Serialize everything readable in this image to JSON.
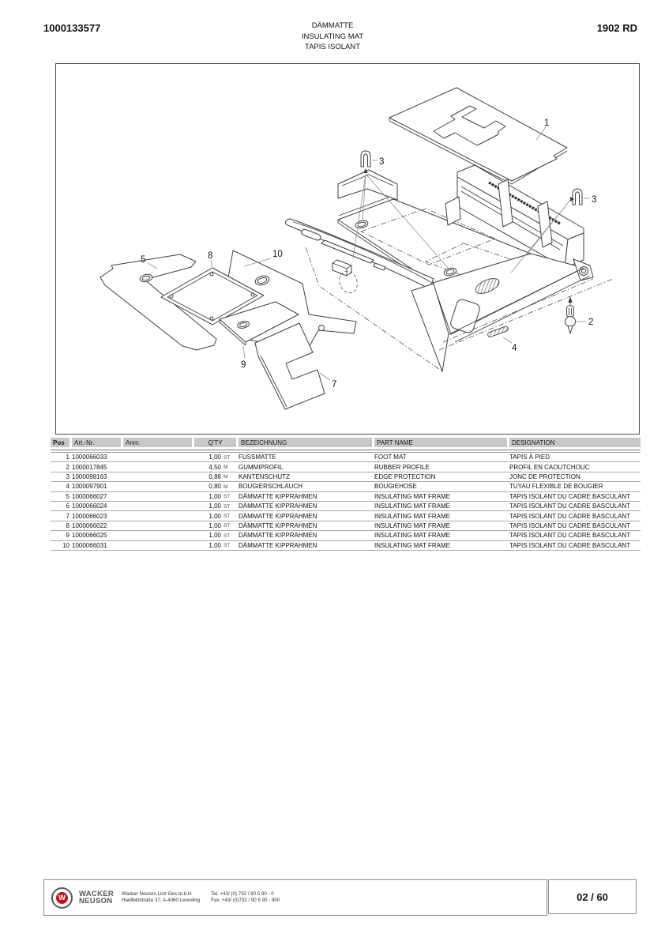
{
  "header": {
    "doc_number": "1000133577",
    "title_de": "DÄMMATTE",
    "title_en": "INSULATING MAT",
    "title_fr": "TAPIS ISOLANT",
    "model": "1902 RD"
  },
  "diagram": {
    "callouts": {
      "c1": "1",
      "c2": "2",
      "c3a": "3",
      "c3b": "3",
      "c4": "4",
      "c5": "5",
      "c7": "7",
      "c8": "8",
      "c9": "9",
      "c10": "10"
    }
  },
  "table": {
    "headers": {
      "pos": "Pos",
      "art": "Art.-Nr.",
      "anm": "Anm.",
      "qty": "Q'TY",
      "bez": "BEZEICHNUNG",
      "part": "PART NAME",
      "desig": "DESIGNATION"
    },
    "rows": [
      {
        "pos": "1",
        "art": "1000066033",
        "anm": "",
        "qty": "1,00",
        "unit": "ST",
        "bez": "FUSSMATTE",
        "part": "FOOT MAT",
        "desig": "TAPIS À PIED"
      },
      {
        "pos": "2",
        "art": "1000017845",
        "anm": "",
        "qty": "4,50",
        "unit": "M",
        "bez": "GUMMIPROFIL",
        "part": "RUBBER PROFILE",
        "desig": "PROFIL EN CAOUTCHOUC"
      },
      {
        "pos": "3",
        "art": "1000098163",
        "anm": "",
        "qty": "0,88",
        "unit": "M",
        "bez": "KANTENSCHUTZ",
        "part": "EDGE PROTECTION",
        "desig": "JONC DE PROTECTION"
      },
      {
        "pos": "4",
        "art": "1000097901",
        "anm": "",
        "qty": "0,80",
        "unit": "M",
        "bez": "BOUGIERSCHLAUCH",
        "part": "BOUGIEHOSE",
        "desig": "TUYAU FLEXIBLE DE BOUGIER"
      },
      {
        "pos": "5",
        "art": "1000066027",
        "anm": "",
        "qty": "1,00",
        "unit": "ST",
        "bez": "DÄMMATTE KIPPRAHMEN",
        "part": "INSULATING MAT FRAME",
        "desig": "TAPIS ISOLANT DU CADRE BASCULANT"
      },
      {
        "pos": "6",
        "art": "1000066024",
        "anm": "",
        "qty": "1,00",
        "unit": "ST",
        "bez": "DÄMMATTE KIPPRAHMEN",
        "part": "INSULATING MAT FRAME",
        "desig": "TAPIS ISOLANT DU CADRE BASCULANT"
      },
      {
        "pos": "7",
        "art": "1000066023",
        "anm": "",
        "qty": "1,00",
        "unit": "ST",
        "bez": "DÄMMATTE KIPPRAHMEN",
        "part": "INSULATING MAT FRAME",
        "desig": "TAPIS ISOLANT DU CADRE BASCULANT"
      },
      {
        "pos": "8",
        "art": "1000066022",
        "anm": "",
        "qty": "1,00",
        "unit": "ST",
        "bez": "DÄMMATTE KIPPRAHMEN",
        "part": "INSULATING MAT FRAME",
        "desig": "TAPIS ISOLANT DU CADRE BASCULANT"
      },
      {
        "pos": "9",
        "art": "1000066025",
        "anm": "",
        "qty": "1,00",
        "unit": "ST",
        "bez": "DÄMMATTE KIPPRAHMEN",
        "part": "INSULATING MAT FRAME",
        "desig": "TAPIS ISOLANT DU CADRE BASCULANT"
      },
      {
        "pos": "10",
        "art": "1000066031",
        "anm": "",
        "qty": "1,00",
        "unit": "ST",
        "bez": "DÄMMATTE KIPPRAHMEN",
        "part": "INSULATING MAT FRAME",
        "desig": "TAPIS ISOLANT DU CADRE BASCULANT"
      }
    ]
  },
  "footer": {
    "brand_line1": "WACKER",
    "brand_line2": "NEUSON",
    "logo_letter": "W",
    "company": "Wacker Neuson Linz  Ges.m.b.H.",
    "address": "Haidfeldstraße 37, A-4060 Leonding",
    "tel": "Tel. +43/ (0) 732 / 90 5 90 - 0",
    "fax": "Fax. +43/ (0)732 / 90 5 90 - 900",
    "page": "02 / 60"
  },
  "colors": {
    "accent_red": "#c1121c",
    "header_cell_gray": "#c8c8c8",
    "rule_gray": "#8a8a8a"
  }
}
